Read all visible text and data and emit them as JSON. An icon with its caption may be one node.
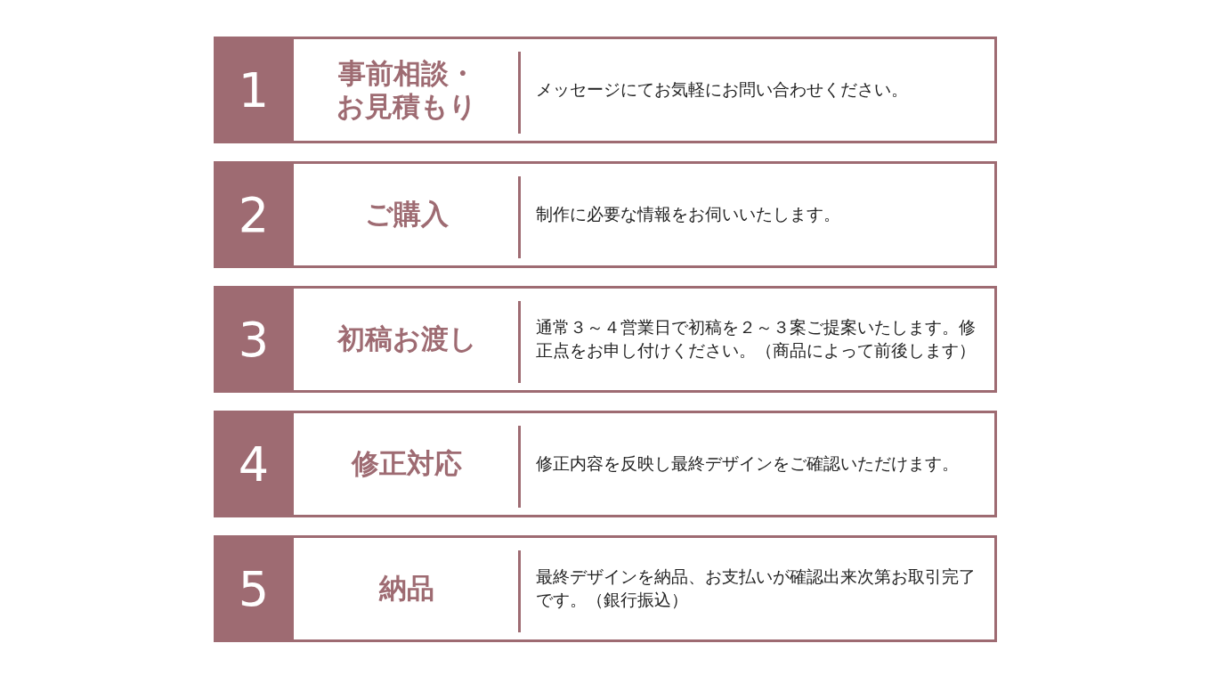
{
  "diagram": {
    "nodes": [
      {
        "text": [
          "1",
          "事前相談・お見積もり",
          "メッセージにてお気軽にお問い合わせください。"
        ]
      },
      {
        "text": [
          "2",
          "ご購入",
          "制作に必要な情報をお伺いいたします。"
        ]
      },
      {
        "text": [
          "3",
          "初稿お渡し",
          "通常３～４営業日で初稿を２～３案ご提案いたします。修正点をお申し付けください。（商品によって前後します）"
        ]
      },
      {
        "text": [
          "4",
          "修正対応",
          "修正内容を反映し最終デザインをご確認いただけます。"
        ]
      },
      {
        "text": [
          "5",
          "納品",
          "最終デザインを納品、お支払いが確認出来次第お取引完了です。（銀行振込）"
        ]
      }
    ]
  }
}
